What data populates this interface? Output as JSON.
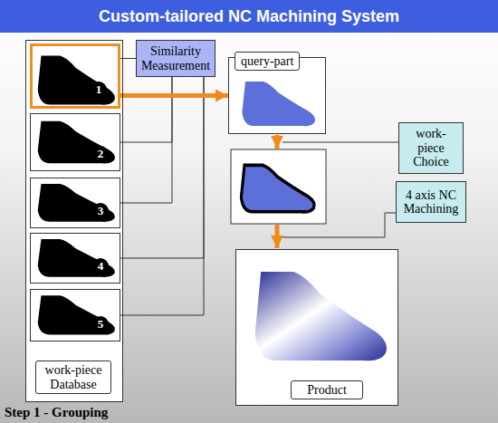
{
  "diagram": {
    "title": "Custom-tailored NC Machining System",
    "nodes": [
      {
        "text": [
          "work-piece Database"
        ]
      },
      {
        "text": [
          "1"
        ],
        "in": 0
      },
      {
        "text": [
          "2"
        ],
        "in": 0
      },
      {
        "text": [
          "3"
        ],
        "in": 0
      },
      {
        "text": [
          "4"
        ],
        "in": 0
      },
      {
        "text": [
          "5"
        ],
        "in": 0
      },
      {
        "text": [
          "Similarity Measurement"
        ]
      },
      {
        "text": [
          "query-part"
        ]
      },
      {
        "text": [
          "work-piece Choice"
        ]
      },
      {
        "text": [
          "4 axis NC Machining"
        ]
      },
      {
        "text": [
          "Product"
        ]
      }
    ],
    "edges": [
      {
        "from": 1,
        "to": 6,
        "arrow": "none"
      },
      {
        "from": 2,
        "to": 6,
        "arrow": "none"
      },
      {
        "from": 3,
        "to": 6,
        "arrow": "none"
      },
      {
        "from": 4,
        "to": 6,
        "arrow": "none"
      },
      {
        "from": 5,
        "to": 6,
        "arrow": "none"
      },
      {
        "from": 1,
        "to": 7,
        "arrow": "to"
      }
    ],
    "labels": [
      "Step 1 - Grouping"
    ]
  }
}
